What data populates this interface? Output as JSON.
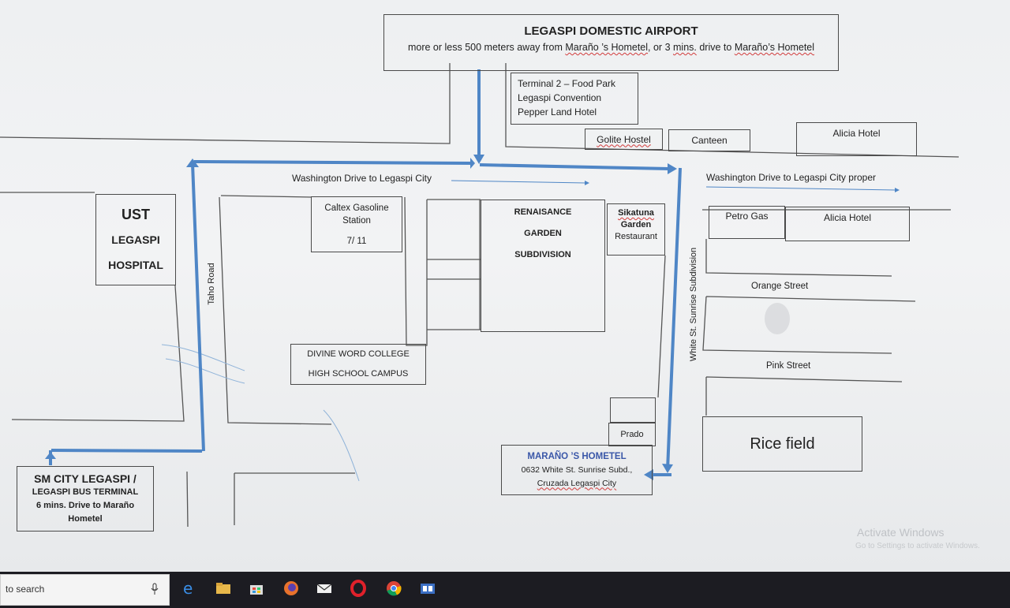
{
  "airport": {
    "title": "LEGASPI DOMESTIC AIRPORT",
    "note_prefix": "more or less 500 meters away from ",
    "note_link1": "Maraño ’s Hometel",
    "note_mid": ", or 3 ",
    "note_mins": "mins.",
    "note_mid2": " drive to ",
    "note_link2": "Maraño’s Hometel"
  },
  "terminal": {
    "line1": "Terminal 2 – Food Park",
    "line2": "Legaspi Convention",
    "line3": "Pepper Land Hotel"
  },
  "golite": "Golite Hostel",
  "canteen": "Canteen",
  "alicia_top": "Alicia Hotel",
  "ust": {
    "line1": "UST",
    "line2": "LEGASPI",
    "line3": "HOSPITAL"
  },
  "caltex": {
    "line1": "Caltex Gasoline",
    "line2": "Station",
    "line3": "7/ 11"
  },
  "renaissance": {
    "line1": "RENAISANCE",
    "line2": "GARDEN",
    "line3": "SUBDIVISION"
  },
  "sikatuna": {
    "line1": "Sikatuna",
    "line2": "Garden",
    "line3": "Restaurant"
  },
  "petro_gas": "Petro Gas",
  "alicia_right": "Alicia Hotel",
  "divine": {
    "line1": "DIVINE WORD COLLEGE",
    "line2": "HIGH SCHOOL CAMPUS"
  },
  "prado": "Prado",
  "marano": {
    "title": "MARAÑO ’S HOMETEL",
    "address1": "0632 White St. Sunrise Subd.,",
    "address2": "Cruzada Legaspi City"
  },
  "rice_field": "Rice field",
  "sm": {
    "line1": "SM CITY LEGASPI /",
    "line2": "LEGASPI BUS TERMINAL",
    "line3": "6 mins. Drive to Maraño",
    "line4": "Hometel"
  },
  "roads": {
    "washington_left": "Washington Drive to Legaspi City",
    "washington_right": "Washington Drive   to   Legaspi City proper",
    "taho": "Taho Road",
    "white_st": "White St. Sunrise Subdivision",
    "orange": "Orange Street",
    "pink": "Pink Street"
  },
  "watermark": {
    "line1": "Activate Windows",
    "line2": "Go to Settings to activate Windows."
  },
  "taskbar": {
    "search_text": "to search",
    "icons": [
      "edge-icon",
      "file-explorer-icon",
      "store-icon",
      "firefox-icon",
      "mail-icon",
      "opera-icon",
      "chrome-icon",
      "app-icon"
    ]
  },
  "colors": {
    "route": "#4f86c6",
    "box_border": "#4a4a4a",
    "hometel_title": "#3a57a8",
    "taskbar": "#1c1c22"
  }
}
